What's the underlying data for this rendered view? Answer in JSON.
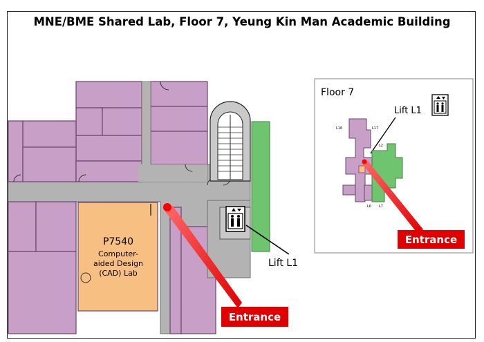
{
  "title": "MNE/BME Shared Lab, Floor 7, Yeung Kin Man Academic Building",
  "room": {
    "number": "P7540",
    "name_lines": [
      "Computer-",
      "aided Design",
      "(CAD) Lab"
    ]
  },
  "lift_label": "Lift L1",
  "entrance_label": "Entrance",
  "inset": {
    "title": "Floor 7",
    "lift_label": "Lift L1",
    "entrance_label": "Entrance",
    "lift_numbers": [
      "L16",
      "L17",
      "L2",
      "L6",
      "L7"
    ]
  },
  "colors": {
    "room": "#c79fc7",
    "room_edge": "#6a446a",
    "corridor": "#b3b3b3",
    "lab": "#f8bf83",
    "green_zone": "#6fc46f",
    "marker": "#ff0000",
    "label_bg": "#e00000"
  },
  "icons": [
    "lift-icon",
    "entrance-marker-icon"
  ]
}
